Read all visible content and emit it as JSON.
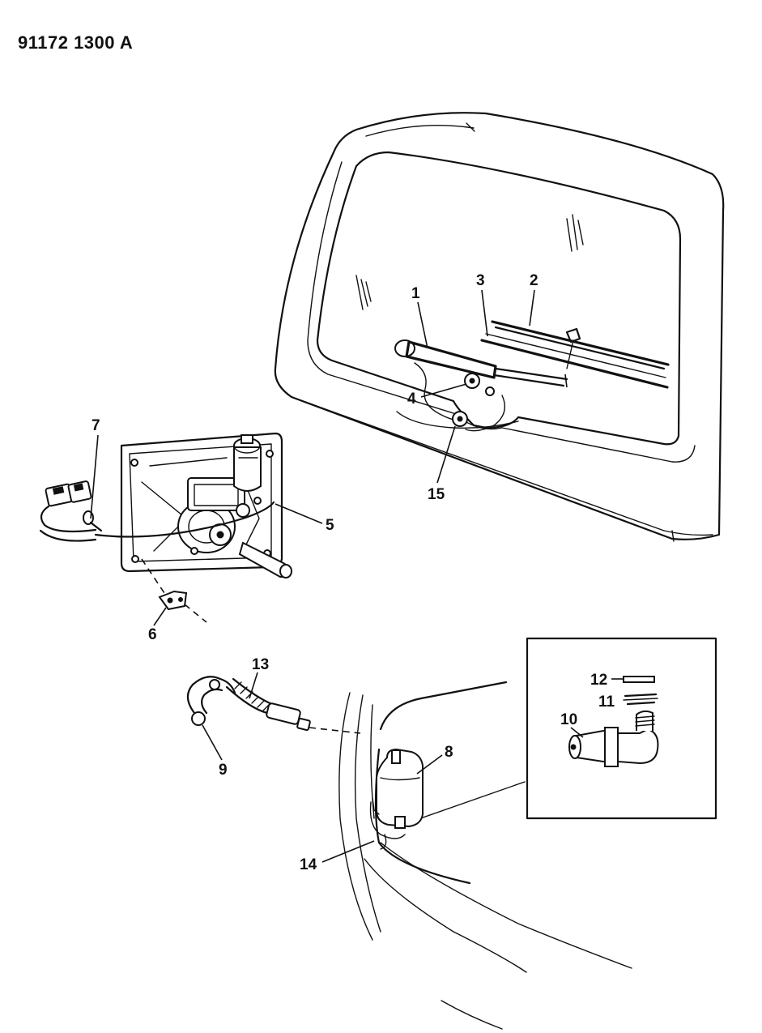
{
  "diagram_code": "91172 1300 A",
  "callouts": {
    "c1": "1",
    "c2": "2",
    "c3": "3",
    "c4": "4",
    "c5": "5",
    "c6": "6",
    "c7": "7",
    "c8": "8",
    "c9": "9",
    "c10": "10",
    "c11": "11",
    "c12": "12",
    "c13": "13",
    "c14": "14",
    "c15": "15"
  }
}
